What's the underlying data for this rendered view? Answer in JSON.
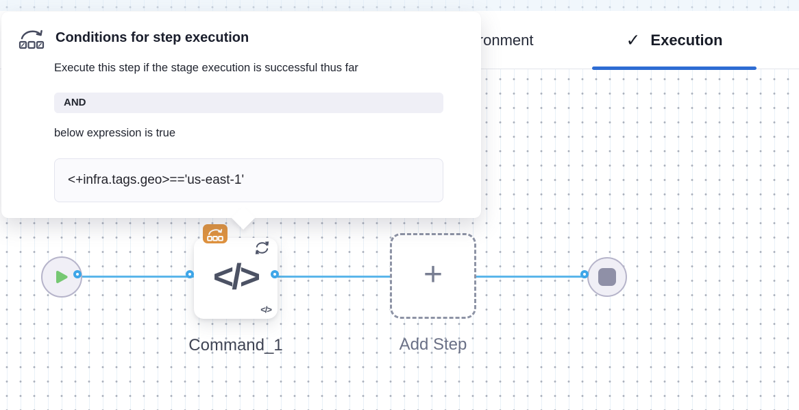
{
  "tabs": [
    {
      "label": "Environment",
      "active": false
    },
    {
      "label": "Execution",
      "active": true,
      "icon": "check"
    }
  ],
  "popover": {
    "icon": "conditional-execution-icon",
    "title": "Conditions for step execution",
    "description": "Execute this step if the stage execution is successful thus far",
    "operator": "AND",
    "expression_label": "below expression is true",
    "expression": "<+infra.tags.geo>=='us-east-1'"
  },
  "pipeline": {
    "nodes": [
      {
        "id": "start",
        "type": "start",
        "icon": "play-icon"
      },
      {
        "id": "command",
        "type": "command-step",
        "label": "Command_1",
        "icons": [
          "conditional-execution-icon",
          "loop-icon",
          "code-icon"
        ]
      },
      {
        "id": "add",
        "type": "add-step",
        "label": "Add Step",
        "icon": "plus-icon"
      },
      {
        "id": "end",
        "type": "stop",
        "icon": "stop-icon"
      }
    ]
  },
  "colors": {
    "active_tab_underline": "#2e6cd3",
    "edge_blue": "#5bb6ea",
    "port_blue": "#3ea6e8",
    "badge_orange": "#df923e",
    "play_green": "#76c873",
    "stop_gray": "#8f90a7",
    "icon_slate": "#4a4f63"
  }
}
